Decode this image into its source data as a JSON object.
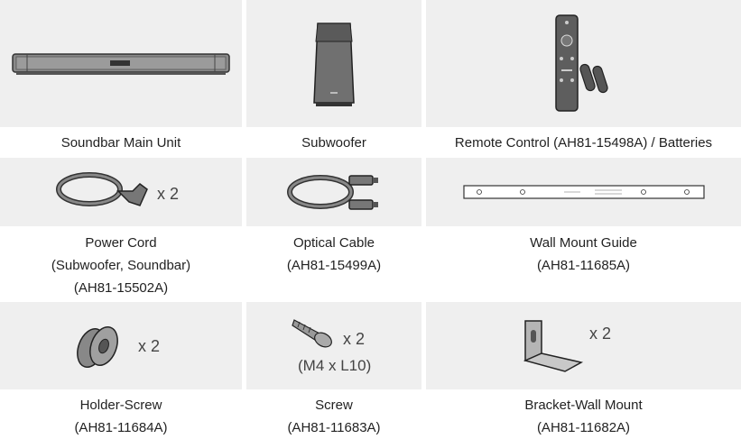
{
  "items": [
    {
      "id": "soundbar",
      "label_lines": [
        "Soundbar Main Unit"
      ],
      "quantity": ""
    },
    {
      "id": "subwoofer",
      "label_lines": [
        "Subwoofer"
      ],
      "quantity": ""
    },
    {
      "id": "remote",
      "label_lines": [
        "Remote Control (AH81-15498A) / Batteries"
      ],
      "quantity": ""
    },
    {
      "id": "power-cord",
      "label_lines": [
        "Power Cord",
        "(Subwoofer, Soundbar)",
        "(AH81-15502A)"
      ],
      "quantity": "x 2"
    },
    {
      "id": "optical-cable",
      "label_lines": [
        "Optical Cable",
        "(AH81-15499A)"
      ],
      "quantity": ""
    },
    {
      "id": "wall-mount-guide",
      "label_lines": [
        "Wall Mount Guide",
        "(AH81-11685A)"
      ],
      "quantity": ""
    },
    {
      "id": "holder-screw",
      "label_lines": [
        "Holder-Screw",
        "(AH81-11684A)"
      ],
      "quantity": "x 2"
    },
    {
      "id": "screw",
      "label_lines": [
        "Screw",
        "(AH81-11683A)"
      ],
      "quantity": "x 2",
      "size": "(M4 x L10)"
    },
    {
      "id": "bracket",
      "label_lines": [
        "Bracket-Wall Mount",
        "(AH81-11682A)"
      ],
      "quantity": "x 2"
    }
  ]
}
